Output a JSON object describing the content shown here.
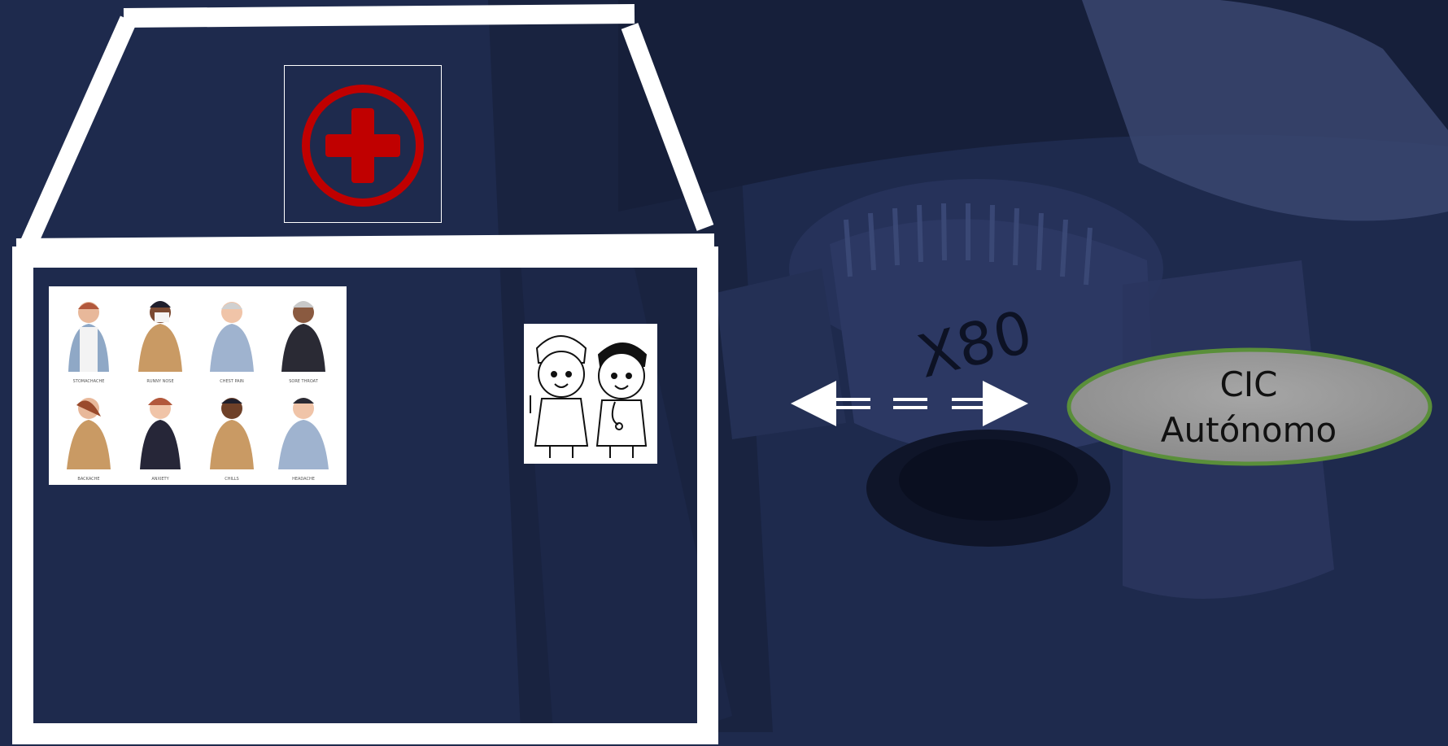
{
  "slide": {
    "background_color": "#1e2a4d",
    "illustration_theme": "microscope-objective",
    "objective_marking": "X80"
  },
  "hospital": {
    "outline_color": "#ffffff",
    "emblem": {
      "icon": "red-cross-icon",
      "color": "#c00000"
    },
    "symptoms_image": {
      "labels": [
        "STOMACHACHE",
        "RUNNY NOSE",
        "CHEST PAIN",
        "SORE THROAT",
        "BACKACHE",
        "ANXIETY",
        "CHILLS",
        "HEADACHE"
      ]
    },
    "doctors_image": {
      "icon": "doctor-and-nurse-icon"
    }
  },
  "connector": {
    "icon": "double-headed-dashed-arrow-icon",
    "color": "#ffffff"
  },
  "cic": {
    "line1": "CIC",
    "line2": "Autónomo",
    "fill_color": "#9a9a9a",
    "border_color": "#5a8f3a"
  }
}
